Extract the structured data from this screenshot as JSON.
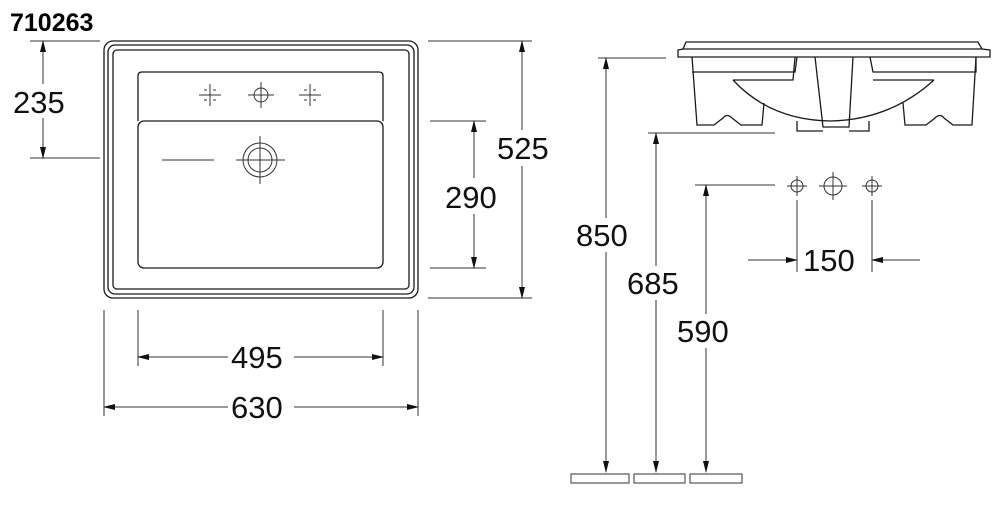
{
  "title": "710263",
  "dimensions": {
    "deck_depth": "235",
    "overall_depth": "525",
    "basin_depth": "290",
    "basin_width": "495",
    "overall_width": "630",
    "rim_height": "850",
    "underside_height": "685",
    "tap_hole_height": "590",
    "tap_hole_spacing": "150"
  },
  "colors": {
    "line": "#1a1a1a",
    "background": "#ffffff"
  }
}
